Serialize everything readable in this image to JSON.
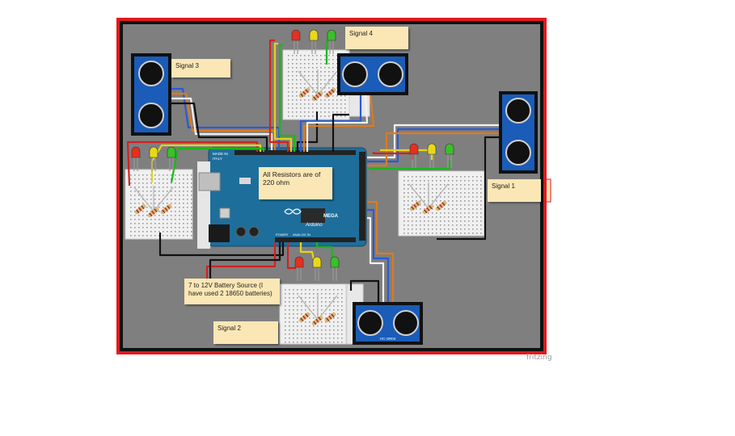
{
  "notes": {
    "signal1": "Signal 1",
    "signal2": "Signal 2",
    "signal3": "Signal 3",
    "signal4": "Signal 4",
    "resistors": "All Resistors are of 220 ohm",
    "battery": "7 to 12V Battery Source (I have used 2 18650 batteries)"
  },
  "board": {
    "made_in": "MADE IN",
    "italy": "ITALY",
    "brand": "Arduino",
    "model": "MEGA",
    "power": "POWER",
    "analog_in": "ANALOG IN"
  },
  "sensor_label": "HC-SR04",
  "watermark": "fritzing",
  "colors": {
    "frame": "#e0191f",
    "background": "#7f7f7f",
    "board": "#1e6e9c",
    "sensor": "#1a5cb8",
    "led_red": "#e53020",
    "led_yellow": "#e8d81a",
    "led_green": "#3bbf2a",
    "wire_red": "#d42020",
    "wire_green": "#18b818",
    "wire_yellow": "#e6d21a",
    "wire_orange": "#e07a18",
    "wire_blue": "#2a5ad4",
    "wire_black": "#111111",
    "wire_white": "#f2f2f2"
  }
}
